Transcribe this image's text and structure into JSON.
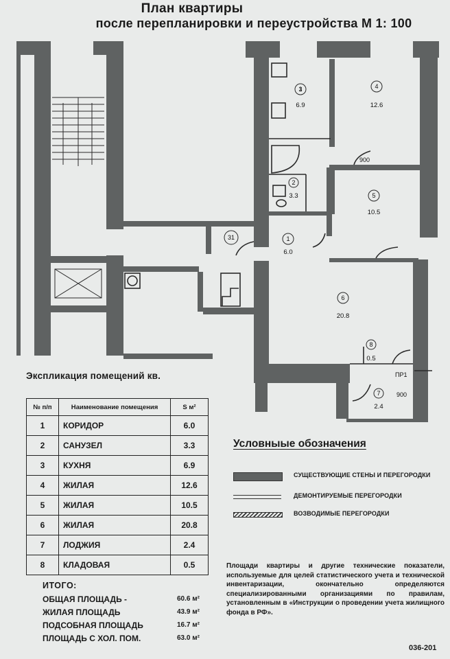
{
  "header": {
    "line1": "План квартиры",
    "line2": "после перепланировки и  переустройства  М  1: 100"
  },
  "rooms": [
    {
      "num": "1",
      "area": "6.0"
    },
    {
      "num": "2",
      "area": "3.3"
    },
    {
      "num": "3",
      "area": "6.9"
    },
    {
      "num": "4",
      "area": "12.6"
    },
    {
      "num": "5",
      "area": "10.5"
    },
    {
      "num": "6",
      "area": "20.8"
    },
    {
      "num": "7",
      "area": "2.4"
    },
    {
      "num": "8",
      "area": "0.5"
    }
  ],
  "plan_labels": {
    "apt_num": "31",
    "dim_top": "900",
    "dim_bottom": "900",
    "pr": "ПР1"
  },
  "explication": {
    "title": "Экспликация помещений кв.",
    "headers": [
      "№ п/п",
      "Наименование помещения",
      "S м²"
    ],
    "rows": [
      [
        "1",
        "КОРИДОР",
        "6.0"
      ],
      [
        "2",
        "САНУЗЕЛ",
        "3.3"
      ],
      [
        "3",
        "КУХНЯ",
        "6.9"
      ],
      [
        "4",
        "ЖИЛАЯ",
        "12.6"
      ],
      [
        "5",
        "ЖИЛАЯ",
        "10.5"
      ],
      [
        "6",
        "ЖИЛАЯ",
        "20.8"
      ],
      [
        "7",
        "ЛОДЖИЯ",
        "2.4"
      ],
      [
        "8",
        "КЛАДОВАЯ",
        "0.5"
      ]
    ]
  },
  "totals": {
    "heading": "ИТОГО:",
    "rows": [
      {
        "label": "ОБЩАЯ ПЛОЩАДЬ -",
        "value": "60.6 м²"
      },
      {
        "label": "ЖИЛАЯ ПЛОЩАДЬ",
        "value": "43.9 м²"
      },
      {
        "label": "ПОДСОБНАЯ ПЛОЩАДЬ",
        "value": "16.7 м²"
      },
      {
        "label": "ПЛОЩАДЬ С ХОЛ. ПОМ.",
        "value": "63.0 м²"
      }
    ]
  },
  "legend": {
    "title": "Условныые обозначения",
    "items": [
      "СУЩЕСТВУЮЩИЕ СТЕНЫ И ПЕРЕГОРОДКИ",
      "ДЕМОНТИРУЕМЫЕ ПЕРЕГОРОДКИ",
      "ВОЗВОДИМЫЕ ПЕРЕГОРОДКИ"
    ]
  },
  "note": "Площади квартиры и другие технические показатели, используемые для целей статистического учета и технической инвентаризации, окончательно определяются специализированными организациями по правилам, установленным в «Инструкции о проведении учета жилищного фонда в РФ».",
  "code": "036-201"
}
